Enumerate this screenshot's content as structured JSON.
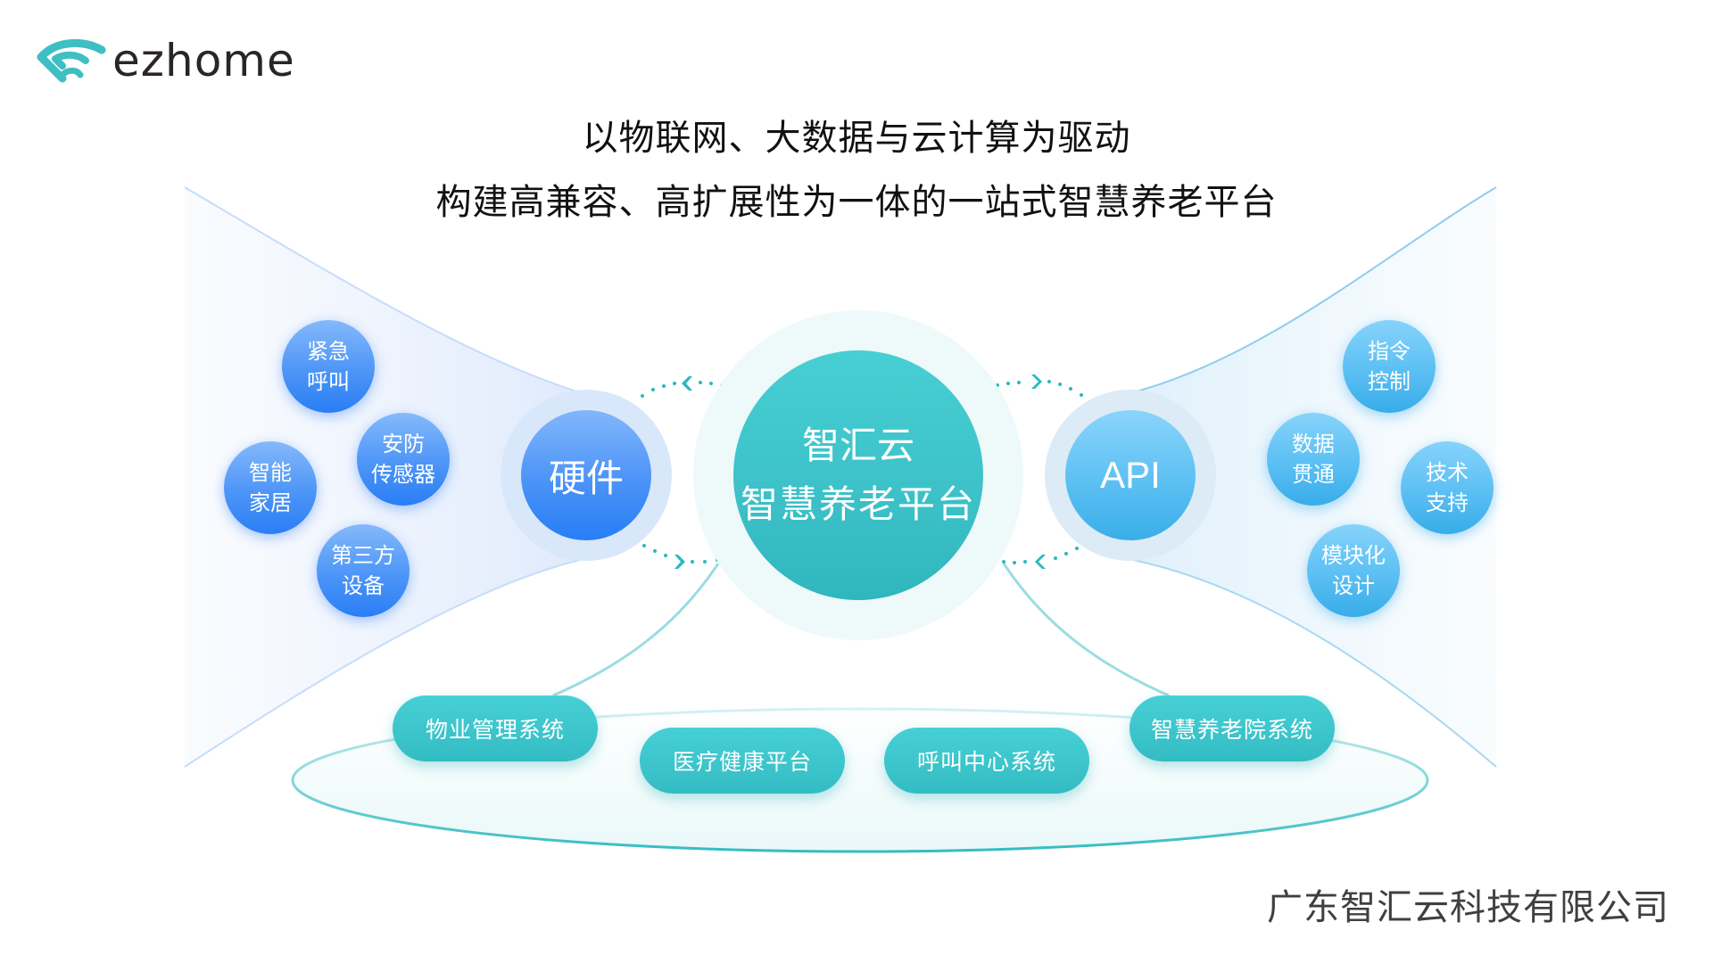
{
  "logo": {
    "text": "ezhome",
    "icon": "wifi-icon",
    "icon_color": "#3ebfc4",
    "text_color": "#2b2626"
  },
  "titles": {
    "line1": "以物联网、大数据与云计算为驱动",
    "line2": "构建高兼容、高扩展性为一体的一站式智慧养老平台"
  },
  "hardware": {
    "label": "硬件",
    "items": [
      {
        "line1": "紧急",
        "line2": "呼叫"
      },
      {
        "line1": "安防",
        "line2": "传感器"
      },
      {
        "line1": "智能",
        "line2": "家居"
      },
      {
        "line1": "第三方",
        "line2": "设备"
      }
    ]
  },
  "core": {
    "line1": "智汇云",
    "line2": "智慧养老平台"
  },
  "api": {
    "label": "API",
    "items": [
      {
        "line1": "指令",
        "line2": "控制"
      },
      {
        "line1": "数据",
        "line2": "贯通"
      },
      {
        "line1": "技术",
        "line2": "支持"
      },
      {
        "line1": "模块化",
        "line2": "设计"
      }
    ]
  },
  "systems": [
    {
      "label": "物业管理系统"
    },
    {
      "label": "医疗健康平台"
    },
    {
      "label": "呼叫中心系统"
    },
    {
      "label": "智慧养老院系统"
    }
  ],
  "colors": {
    "hardware_blue": "#2a7ef5",
    "api_blue": "#38ace9",
    "core_teal": "#3cc2c8",
    "arrow_teal": "#2bb8c0"
  },
  "footer": {
    "company": "广东智汇云科技有限公司"
  }
}
